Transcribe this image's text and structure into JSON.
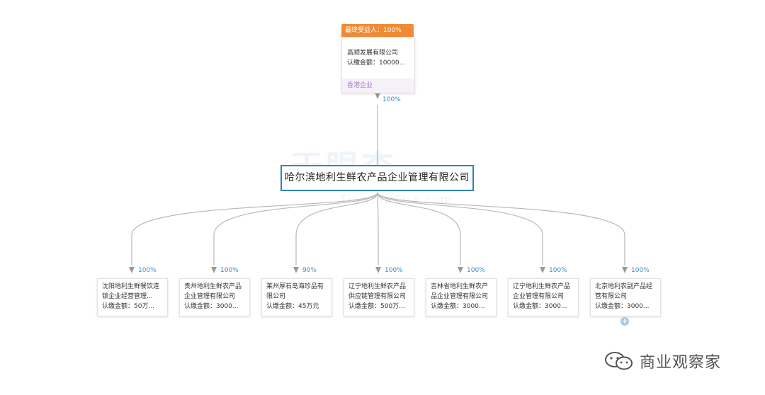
{
  "top_entity": {
    "badge": "最终受益人：100%",
    "name": "高顺发展有限公司",
    "amount": "认缴金额：10000...",
    "tag": "香港企业",
    "percent": "100%"
  },
  "main_entity": {
    "name": "哈尔滨地利生鲜农产品企业管理有限公司"
  },
  "subsidiaries": [
    {
      "percent": "100%",
      "lines": [
        "沈阳地利生鲜餐饮连",
        "锁企业经营管理...",
        "认缴金额：50万..."
      ]
    },
    {
      "percent": "100%",
      "lines": [
        "贵州地利生鲜农产品",
        "企业管理有限公司",
        "认缴金额：3000..."
      ]
    },
    {
      "percent": "90%",
      "lines": [
        "莱州厚石岛海珍品有",
        "限公司",
        "认缴金额：45万元"
      ]
    },
    {
      "percent": "100%",
      "lines": [
        "辽宁地利生鲜农产品",
        "供应链管理有限公司",
        "认缴金额：500万..."
      ]
    },
    {
      "percent": "100%",
      "lines": [
        "吉林省地利生鲜农产",
        "品企业管理有限公司",
        "认缴金额：3000..."
      ]
    },
    {
      "percent": "100%",
      "lines": [
        "辽宁地利生鲜农产品",
        "企业管理有限公司",
        "认缴金额：3000..."
      ]
    },
    {
      "percent": "100%",
      "lines": [
        "北京地利农副产品经",
        "营有限公司",
        "认缴金额：3000..."
      ]
    }
  ],
  "expand_symbol": "+",
  "watermark": {
    "main": "天眼查",
    "url": "TianYanCha.com"
  },
  "footer": {
    "icon": "wechat-icon",
    "text": "商业观察家"
  }
}
